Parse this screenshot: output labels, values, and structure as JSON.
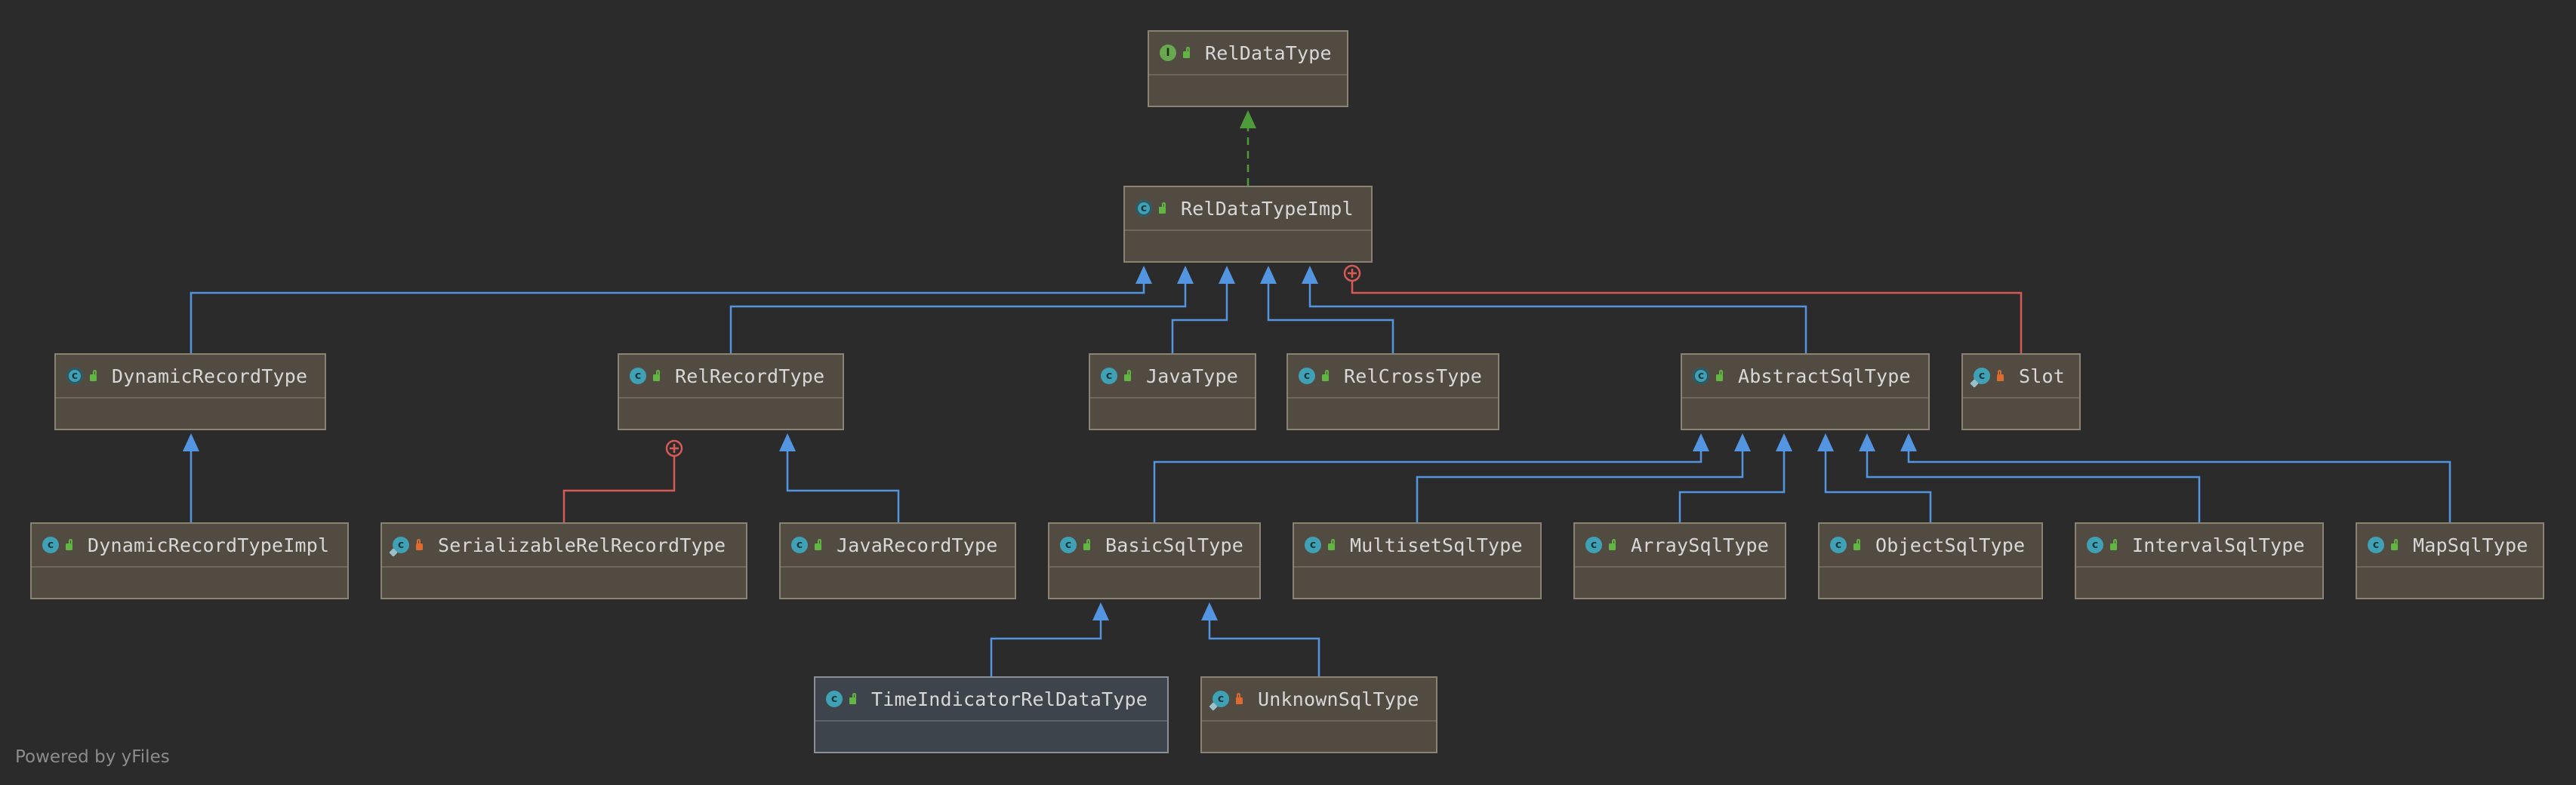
{
  "colors": {
    "background": "#2b2b2b",
    "node_fill": "#514b42",
    "node_border": "#8a8272",
    "extends_edge": "#5495e1",
    "implements_edge": "#4f9a3b",
    "inner_edge": "#d65a56"
  },
  "nodes": [
    {
      "id": "RelDataType",
      "label": "RelDataType",
      "kind": "interface",
      "visibility": "public"
    },
    {
      "id": "RelDataTypeImpl",
      "label": "RelDataTypeImpl",
      "kind": "abstract",
      "visibility": "public"
    },
    {
      "id": "DynamicRecordType",
      "label": "DynamicRecordType",
      "kind": "abstract",
      "visibility": "public"
    },
    {
      "id": "RelRecordType",
      "label": "RelRecordType",
      "kind": "class",
      "visibility": "public"
    },
    {
      "id": "JavaType",
      "label": "JavaType",
      "kind": "class",
      "visibility": "public"
    },
    {
      "id": "RelCrossType",
      "label": "RelCrossType",
      "kind": "class",
      "visibility": "public"
    },
    {
      "id": "AbstractSqlType",
      "label": "AbstractSqlType",
      "kind": "abstract",
      "visibility": "public"
    },
    {
      "id": "Slot",
      "label": "Slot",
      "kind": "class-anon",
      "visibility": "private"
    },
    {
      "id": "DynamicRecordTypeImpl",
      "label": "DynamicRecordTypeImpl",
      "kind": "class",
      "visibility": "public"
    },
    {
      "id": "SerializableRelRecordType",
      "label": "SerializableRelRecordType",
      "kind": "class-anon",
      "visibility": "private"
    },
    {
      "id": "JavaRecordType",
      "label": "JavaRecordType",
      "kind": "class",
      "visibility": "public"
    },
    {
      "id": "BasicSqlType",
      "label": "BasicSqlType",
      "kind": "class",
      "visibility": "public"
    },
    {
      "id": "MultisetSqlType",
      "label": "MultisetSqlType",
      "kind": "class",
      "visibility": "public"
    },
    {
      "id": "ArraySqlType",
      "label": "ArraySqlType",
      "kind": "class",
      "visibility": "public"
    },
    {
      "id": "ObjectSqlType",
      "label": "ObjectSqlType",
      "kind": "class",
      "visibility": "public"
    },
    {
      "id": "IntervalSqlType",
      "label": "IntervalSqlType",
      "kind": "class",
      "visibility": "public"
    },
    {
      "id": "MapSqlType",
      "label": "MapSqlType",
      "kind": "class",
      "visibility": "public"
    },
    {
      "id": "TimeIndicatorRelDataType",
      "label": "TimeIndicatorRelDataType",
      "kind": "class",
      "visibility": "public",
      "selected": true
    },
    {
      "id": "UnknownSqlType",
      "label": "UnknownSqlType",
      "kind": "class-anon",
      "visibility": "private"
    }
  ],
  "edges": [
    {
      "from": "RelDataTypeImpl",
      "to": "RelDataType",
      "type": "implements"
    },
    {
      "from": "DynamicRecordType",
      "to": "RelDataTypeImpl",
      "type": "extends"
    },
    {
      "from": "RelRecordType",
      "to": "RelDataTypeImpl",
      "type": "extends"
    },
    {
      "from": "JavaType",
      "to": "RelDataTypeImpl",
      "type": "extends"
    },
    {
      "from": "RelCrossType",
      "to": "RelDataTypeImpl",
      "type": "extends"
    },
    {
      "from": "AbstractSqlType",
      "to": "RelDataTypeImpl",
      "type": "extends"
    },
    {
      "from": "Slot",
      "to": "RelDataTypeImpl",
      "type": "inner"
    },
    {
      "from": "DynamicRecordTypeImpl",
      "to": "DynamicRecordType",
      "type": "extends"
    },
    {
      "from": "SerializableRelRecordType",
      "to": "RelRecordType",
      "type": "inner"
    },
    {
      "from": "JavaRecordType",
      "to": "RelRecordType",
      "type": "extends"
    },
    {
      "from": "BasicSqlType",
      "to": "AbstractSqlType",
      "type": "extends"
    },
    {
      "from": "MultisetSqlType",
      "to": "AbstractSqlType",
      "type": "extends"
    },
    {
      "from": "ArraySqlType",
      "to": "AbstractSqlType",
      "type": "extends"
    },
    {
      "from": "ObjectSqlType",
      "to": "AbstractSqlType",
      "type": "extends"
    },
    {
      "from": "IntervalSqlType",
      "to": "AbstractSqlType",
      "type": "extends"
    },
    {
      "from": "MapSqlType",
      "to": "AbstractSqlType",
      "type": "extends"
    },
    {
      "from": "TimeIndicatorRelDataType",
      "to": "BasicSqlType",
      "type": "extends"
    },
    {
      "from": "UnknownSqlType",
      "to": "BasicSqlType",
      "type": "extends"
    }
  ],
  "footer": {
    "watermark": "Powered by yFiles"
  }
}
